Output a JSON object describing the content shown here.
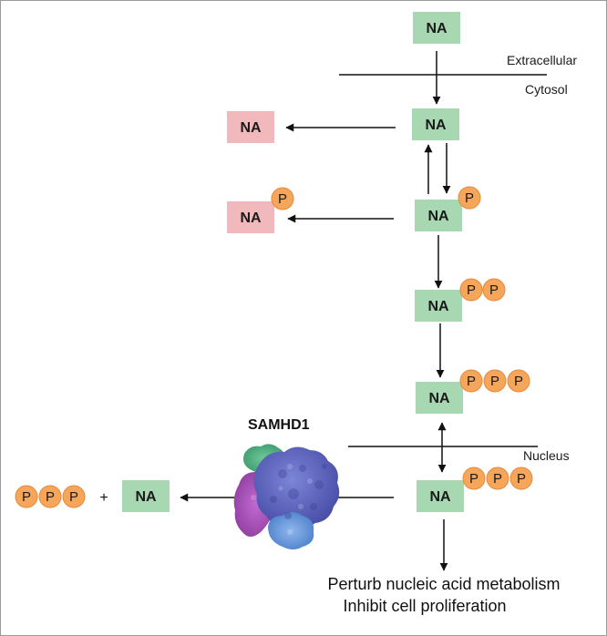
{
  "diagram": {
    "molecule_label": "NA",
    "phosphate_label": "P",
    "plus_sign": "+",
    "compartments": {
      "extracellular": "Extracellular",
      "cytosol": "Cytosol",
      "nucleus": "Nucleus"
    },
    "enzyme": "SAMHD1",
    "outcomes": [
      "Perturb nucleic acid metabolism",
      "Inhibit cell proliferation"
    ],
    "colors": {
      "active_box": "#a8d8b2",
      "inactive_box": "#f2b9bd",
      "phosphate": "#f6a65a",
      "phosphate_stroke": "#e8893a",
      "line": "#111111"
    }
  }
}
